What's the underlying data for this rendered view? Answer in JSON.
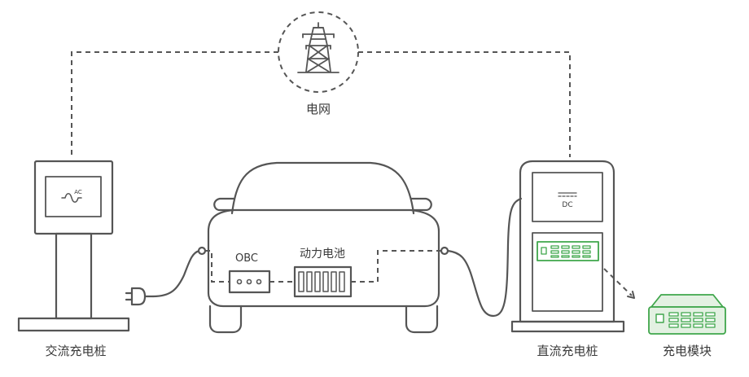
{
  "labels": {
    "grid": "电网",
    "ac_charger": "交流充电桩",
    "dc_charger": "直流充电桩",
    "charging_module": "充电模块",
    "obc": "OBC",
    "battery": "动力电池",
    "ac_symbol": "AC",
    "dc_symbol": "DC"
  },
  "colors": {
    "line": "#555555",
    "text": "#3a3a3a",
    "highlight": "#3fa64b",
    "highlight_fill": "#e3f1e2"
  },
  "icons": [
    "power-tower-icon",
    "ac-sine-icon",
    "plug-icon"
  ]
}
